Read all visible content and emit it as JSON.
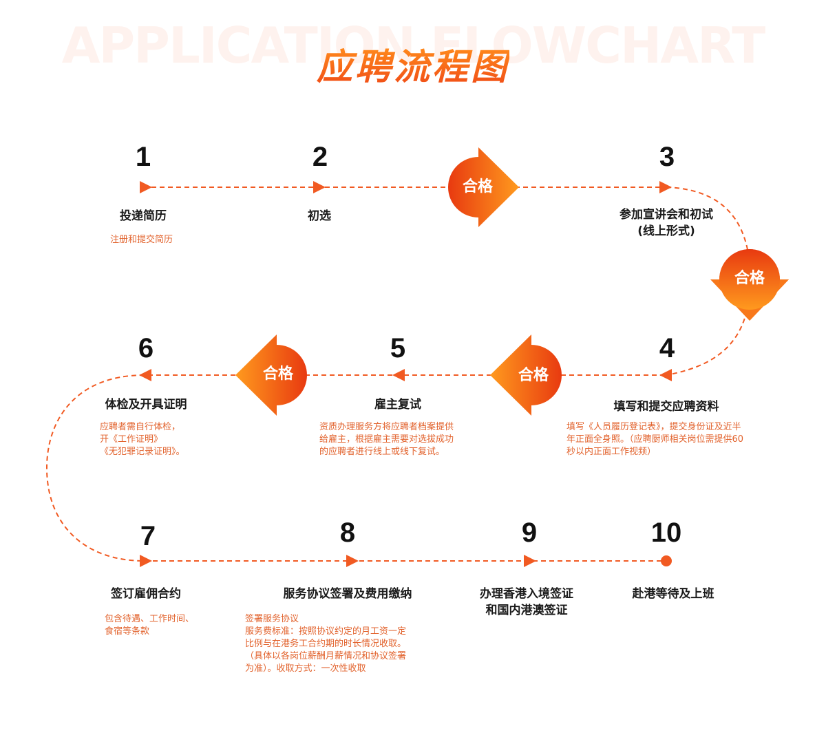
{
  "header": {
    "bg_title": "APPLICATION FLOWCHART",
    "title": "应聘流程图"
  },
  "pass_label": "合格",
  "colors": {
    "accent": "#f15a22",
    "accent_light": "#ff8c1a",
    "text_dark": "#1a1a1a",
    "desc": "#e2622c"
  },
  "steps": [
    {
      "num": "1",
      "title": [
        "投递简历"
      ],
      "desc": [
        "注册和提交简历"
      ]
    },
    {
      "num": "2",
      "title": [
        "初选"
      ],
      "desc": []
    },
    {
      "num": "3",
      "title": [
        "参加宣讲会和初试",
        "(线上形式)"
      ],
      "desc": []
    },
    {
      "num": "4",
      "title": [
        "填写和提交应聘资料"
      ],
      "desc": [
        "填写《人员履历登记表》，提交身份证及近半",
        "年正面全身照。（应聘厨师相关岗位需提供60",
        "秒以内正面工作视频）"
      ]
    },
    {
      "num": "5",
      "title": [
        "雇主复试"
      ],
      "desc": [
        "资质办理服务方将应聘者档案提供",
        "给雇主，根据雇主需要对选拔成功",
        "的应聘者进行线上或线下复试。"
      ]
    },
    {
      "num": "6",
      "title": [
        "体检及开具证明"
      ],
      "desc": [
        "应聘者需自行体检，",
        "开《工作证明》",
        "《无犯罪记录证明》。"
      ]
    },
    {
      "num": "7",
      "title": [
        "签订雇佣合约"
      ],
      "desc": [
        "包含待遇、工作时间、",
        "食宿等条款"
      ]
    },
    {
      "num": "8",
      "title": [
        "服务协议签署及费用缴纳"
      ],
      "desc": [
        "签署服务协议",
        "服务费标准：按照协议约定的月工资一定",
        "比例与在港务工合约期的时长情况收取。",
        "（具体以各岗位薪酬月薪情况和协议签署",
        "为准）。收取方式：一次性收取"
      ]
    },
    {
      "num": "9",
      "title": [
        "办理香港入境签证",
        "和国内港澳签证"
      ],
      "desc": []
    },
    {
      "num": "10",
      "title": [
        "赴港等待及上班"
      ],
      "desc": []
    }
  ]
}
